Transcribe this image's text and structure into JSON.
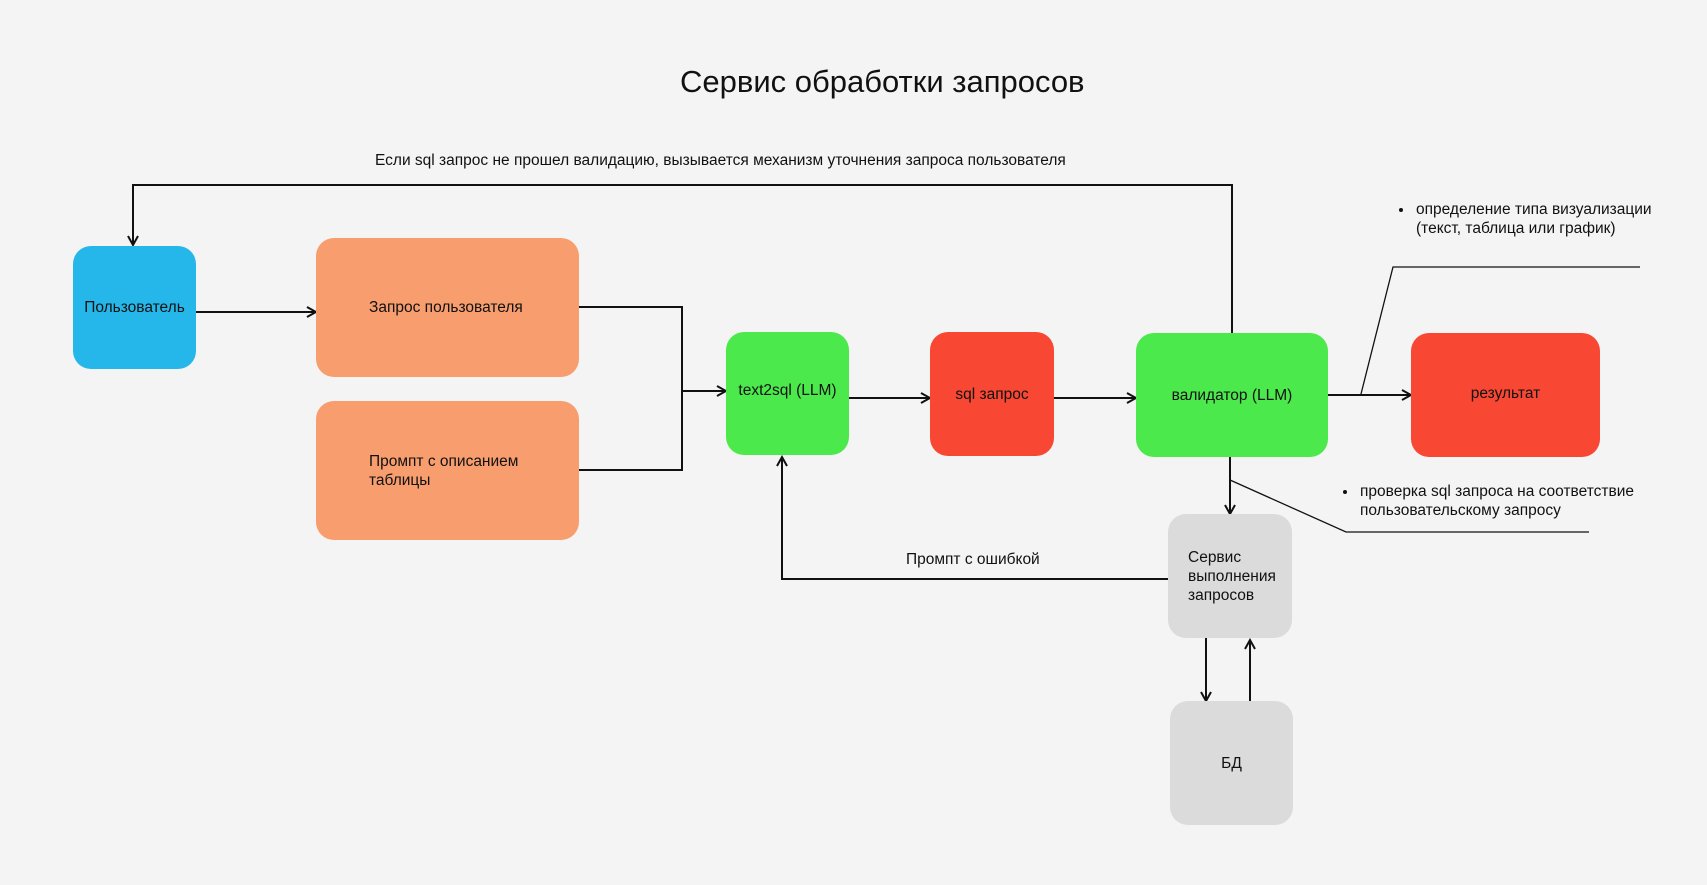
{
  "title": "Сервис обработки запросов",
  "feedback_label": "Если sql запрос не прошел валидацию, вызывается механизм уточнения запроса пользователя",
  "error_loop_label": "Промпт с ошибкой",
  "nodes": {
    "user": "Пользователь",
    "user_request": "Запрос пользователя",
    "table_prompt": "Промпт с описанием таблицы",
    "text2sql": "text2sql (LLM)",
    "sql_query": "sql запрос",
    "validator": "валидатор (LLM)",
    "result": "результат",
    "executor": "Сервис выполнения запросов",
    "db": "БД"
  },
  "notes": {
    "visualization": "определение типа визуализации (текст, таблица или график)",
    "sql_check": "проверка sql запроса на соответствие пользовательскому запросу"
  },
  "colors": {
    "user": "#26b7ea",
    "input": "#f89d6e",
    "llm": "#4ce94c",
    "output": "#f84733",
    "service": "#dbdbdb"
  }
}
